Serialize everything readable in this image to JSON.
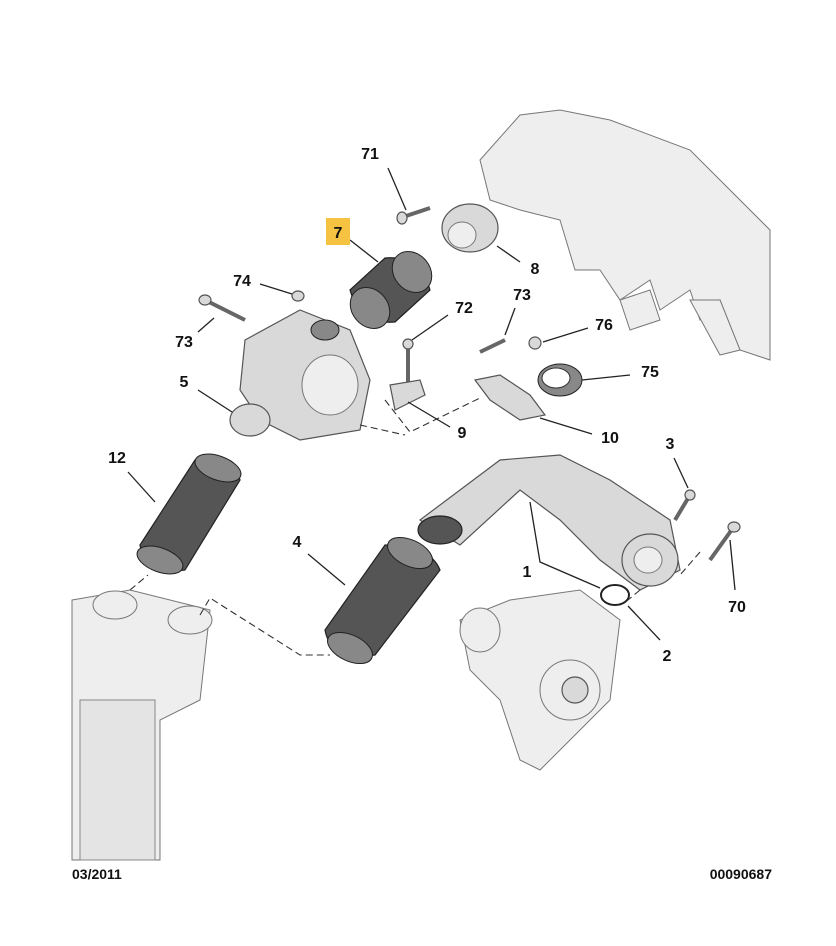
{
  "diagram": {
    "highlight_color": "#f5c242",
    "callouts": [
      {
        "id": "71"
      },
      {
        "id": "7"
      },
      {
        "id": "8"
      },
      {
        "id": "74"
      },
      {
        "id": "72"
      },
      {
        "id": "73"
      },
      {
        "id": "76"
      },
      {
        "id": "73"
      },
      {
        "id": "75"
      },
      {
        "id": "5"
      },
      {
        "id": "9"
      },
      {
        "id": "10"
      },
      {
        "id": "3"
      },
      {
        "id": "12"
      },
      {
        "id": "4"
      },
      {
        "id": "1"
      },
      {
        "id": "70"
      },
      {
        "id": "2"
      }
    ],
    "date": "03/2011",
    "reference": "00090687"
  }
}
